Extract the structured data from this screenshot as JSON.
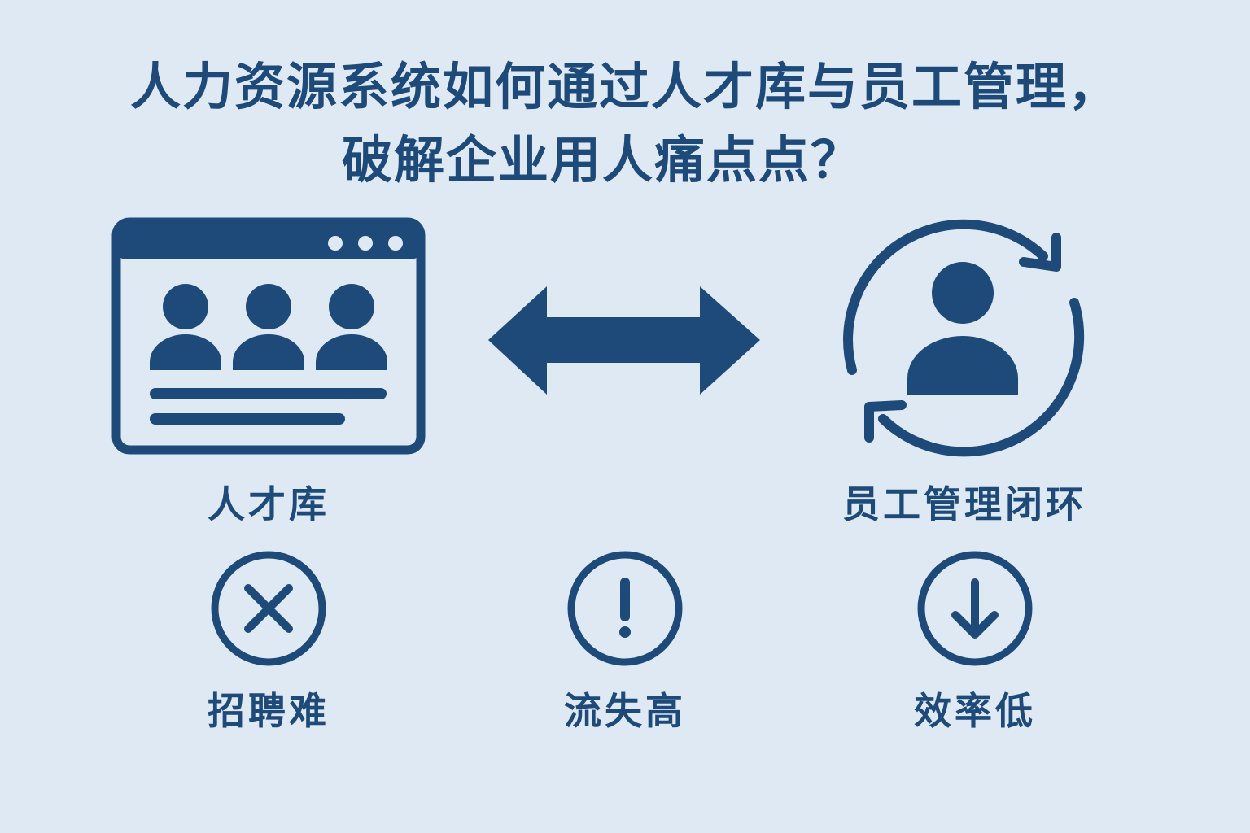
{
  "title": {
    "line1": "人力资源系统如何通过人才库与员工管理，",
    "line2": "破解企业用人痛点点？"
  },
  "concepts": {
    "talent_pool": {
      "label": "人才库",
      "icon": "browser-window-people-icon"
    },
    "link": {
      "icon": "double-arrow-icon"
    },
    "employee_loop": {
      "label": "员工管理闭环",
      "icon": "person-cycle-icon"
    }
  },
  "pain_points": [
    {
      "label": "招聘难",
      "icon": "x-circle-icon"
    },
    {
      "label": "流失高",
      "icon": "exclamation-circle-icon"
    },
    {
      "label": "效率低",
      "icon": "down-arrow-circle-icon"
    }
  ],
  "colors": {
    "background": "#dfe9f4",
    "primary": "#1e4a7a"
  }
}
